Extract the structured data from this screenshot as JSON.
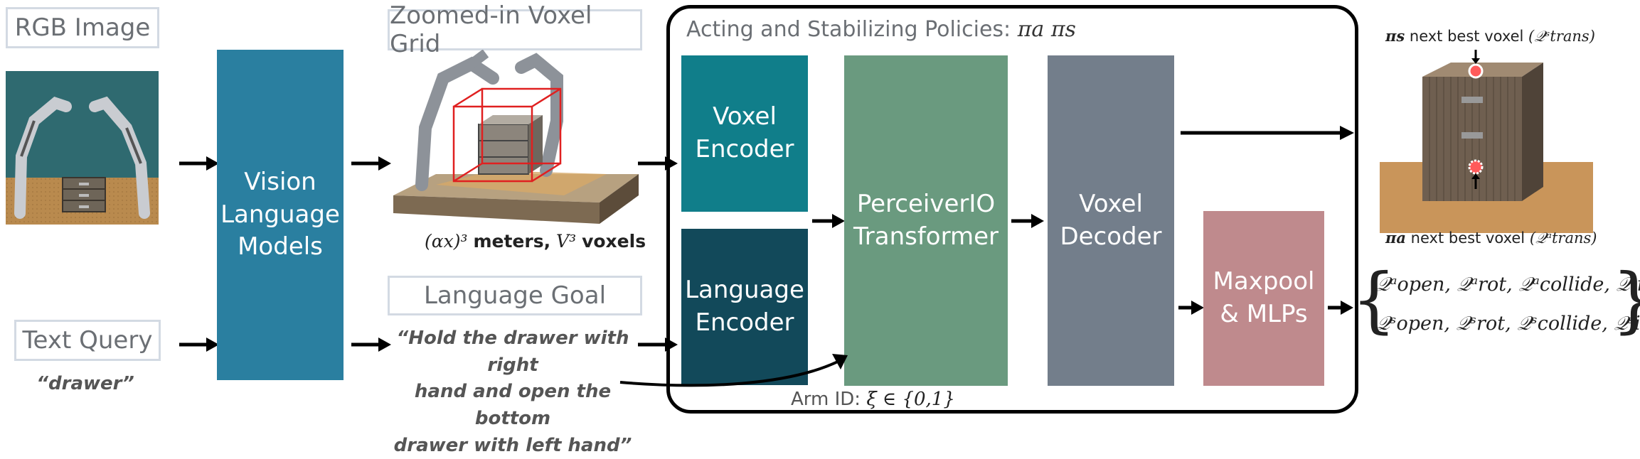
{
  "inputs": {
    "rgb_label": "RGB Image",
    "text_query_label": "Text Query",
    "text_query_value": "“drawer”"
  },
  "vlm": {
    "label_line1": "Vision",
    "label_line2": "Language",
    "label_line3": "Models"
  },
  "voxel_grid": {
    "title": "Zoomed-in Voxel Grid",
    "caption_math": "(αx)³",
    "caption_meters": "meters,",
    "caption_v": "V³",
    "caption_voxels": "voxels"
  },
  "language_goal": {
    "title": "Language Goal",
    "line1": "“Hold the drawer with right",
    "line2": "hand and open the bottom",
    "line3": "drawer with left hand”"
  },
  "policies": {
    "title_prefix": "Acting and Stabilizing Policies:",
    "title_math": "πa πs",
    "voxel_encoder": [
      "Voxel",
      "Encoder"
    ],
    "language_encoder": [
      "Language",
      "Encoder"
    ],
    "perceiver": [
      "PerceiverIO",
      "Transformer"
    ],
    "voxel_decoder": [
      "Voxel",
      "Decoder"
    ],
    "maxpool": [
      "Maxpool",
      "& MLPs"
    ],
    "arm_id_prefix": "Arm ID:",
    "arm_id_math": "ξ ∈ {0,1}"
  },
  "outputs": {
    "stabilize_caption": "next best voxel",
    "stabilize_policy": "πs",
    "act_caption": "next best voxel",
    "act_policy": "πa",
    "q_trans_s": "(𝒬ˢtrans)",
    "q_trans_a": "(𝒬ᵃtrans)"
  },
  "q_values": {
    "row_a": [
      "𝒬ᵃopen,",
      "𝒬ᵃrot,",
      "𝒬ᵃcollide,",
      "𝒬ᵃid"
    ],
    "row_s": [
      "𝒬ˢopen,",
      "𝒬ˢrot,",
      "𝒬ˢcollide,",
      "𝒬ˢid"
    ]
  },
  "colors": {
    "vlm": "#2a7fa0",
    "voxel_encoder": "#107e8a",
    "language_encoder": "#12495a",
    "perceiver": "#6a9a7f",
    "voxel_decoder": "#737e8b",
    "maxpool": "#bf8a8d"
  }
}
